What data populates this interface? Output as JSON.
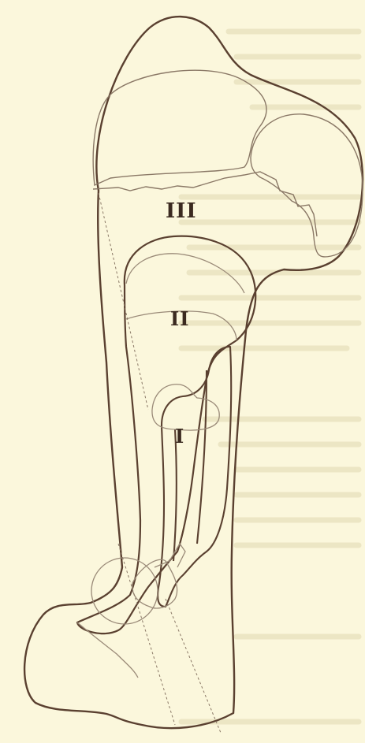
{
  "figure": {
    "labels": {
      "stage_3": "III",
      "stage_2": "II",
      "stage_1": "I"
    },
    "colors": {
      "paper": "#fbf7dc",
      "ink_dark": "#5a4030",
      "ink_light": "#9a8a78",
      "bleed_through": "#ece6c4"
    }
  }
}
